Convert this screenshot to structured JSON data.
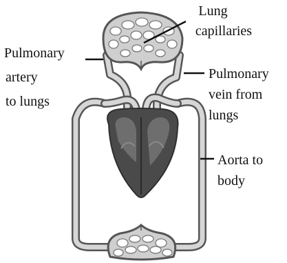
{
  "labels": {
    "lung_capillaries": [
      "Lung",
      "capillaries"
    ],
    "pulmonary_artery": [
      "Pulmonary",
      "artery",
      "to lungs"
    ],
    "pulmonary_vein": [
      "Pulmonary",
      "vein from",
      "lungs"
    ],
    "aorta": [
      "Aorta to",
      "body"
    ]
  },
  "colors": {
    "vessel_outline": "#555555",
    "vessel_fill": "#d6d6d6",
    "heart_dark": "#3f3f3f",
    "heart_mid": "#6e6e6e",
    "text": "#111111"
  }
}
